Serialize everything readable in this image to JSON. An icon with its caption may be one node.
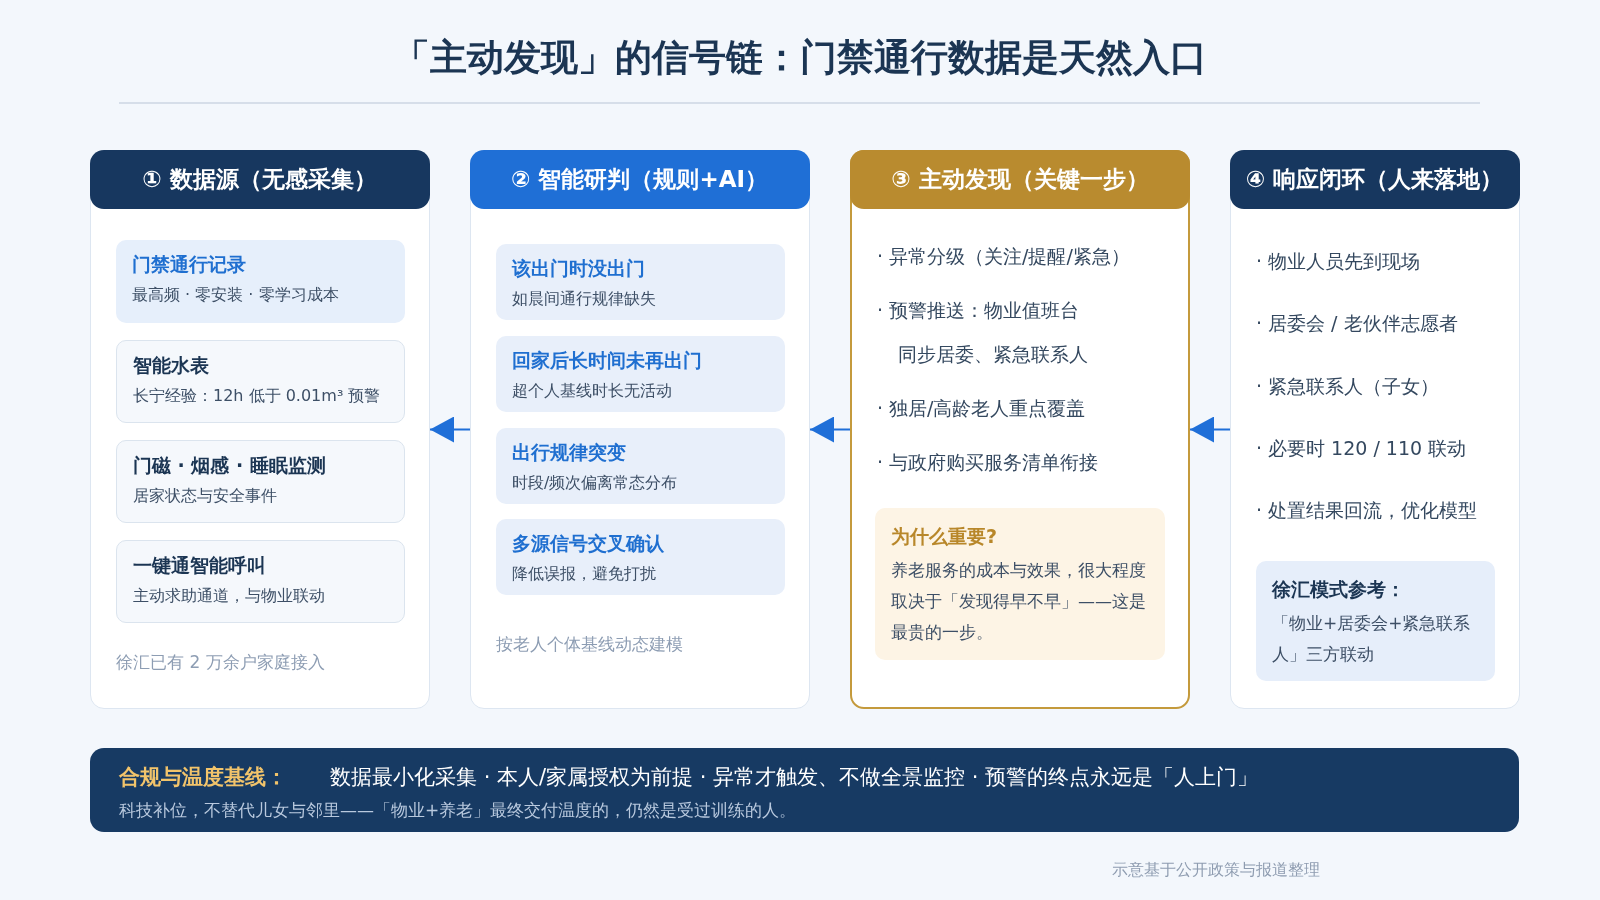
{
  "diagram": {
    "title": "「主动发现」的信号链：门禁通行数据是天然入口",
    "nodes": [
      {
        "text": [
          "① 数据源（无感采集）",
          "徐汇已有 2 万余户家庭接入"
        ]
      },
      {
        "text": [
          "门禁通行记录",
          "最高频 · 零安装 · 零学习成本"
        ],
        "in": 0
      },
      {
        "text": [
          "智能水表",
          "长宁经验：12h 低于 0.01m³ 预警"
        ],
        "in": 0
      },
      {
        "text": [
          "门磁 · 烟感 · 睡眠监测",
          "居家状态与安全事件"
        ],
        "in": 0
      },
      {
        "text": [
          "一键通智能呼叫",
          "主动求助通道，与物业联动"
        ],
        "in": 0
      },
      {
        "text": [
          "② 智能研判（规则+AI）",
          "按老人个体基线动态建模"
        ]
      },
      {
        "text": [
          "该出门时没出门",
          "如晨间通行规律缺失"
        ],
        "in": 5
      },
      {
        "text": [
          "回家后长时间未再出门",
          "超个人基线时长无活动"
        ],
        "in": 5
      },
      {
        "text": [
          "出行规律突变",
          "时段/频次偏离常态分布"
        ],
        "in": 5
      },
      {
        "text": [
          "多源信号交叉确认",
          "降低误报，避免打扰"
        ],
        "in": 5
      },
      {
        "text": [
          "③ 主动发现（关键一步）",
          "· 异常分级（关注/提醒/紧急）",
          "· 预警推送：物业值班台",
          "同步居委、紧急联系人",
          "· 独居/高龄老人重点覆盖",
          "· 与政府购买服务清单衔接"
        ]
      },
      {
        "text": [
          "为什么重要?",
          "养老服务的成本与效果，很大程度取决于「发现得早不早」——这是最贵的一步。"
        ],
        "in": 10
      },
      {
        "text": [
          "④ 响应闭环（人来落地）",
          "· 物业人员先到现场",
          "· 居委会 / 老伙伴志愿者",
          "· 紧急联系人（子女）",
          "· 必要时 120 / 110 联动",
          "· 处置结果回流，优化模型"
        ]
      },
      {
        "text": [
          "徐汇模式参考：",
          "「物业+居委会+紧急联系人」三方联动"
        ],
        "in": 12
      },
      {
        "text": [
          "合规与温度基线：",
          "数据最小化采集 · 本人/家属授权为前提 · 异常才触发、不做全景监控 · 预警的终点永远是「人上门」",
          "科技补位，不替代儿女与邻里——「物业+养老」最终交付温度的，仍然是受过训练的人。"
        ]
      }
    ],
    "edges": [
      {
        "from": 5,
        "to": 0,
        "arrow": "to"
      },
      {
        "from": 10,
        "to": 5,
        "arrow": "to"
      },
      {
        "from": 12,
        "to": 10,
        "arrow": "to"
      }
    ],
    "labels": [
      "示意基于公开政策与报道整理"
    ]
  }
}
